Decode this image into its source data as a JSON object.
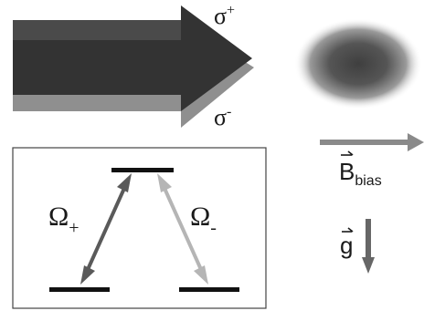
{
  "beam": {
    "upper_label": "σ",
    "upper_sup": "+",
    "lower_label": "σ",
    "lower_sup": "-",
    "upper_color": "#3a3a3a",
    "lower_color": "#8a8a8a"
  },
  "cloud": {
    "color": "#555555"
  },
  "bias_field": {
    "symbol": "B",
    "subscript": "bias",
    "arrow_color": "#8a8a8a"
  },
  "gravity": {
    "symbol": "g",
    "arrow_color": "#666666"
  },
  "level_diagram": {
    "omega_plus": {
      "symbol": "Ω",
      "sub": "+",
      "color": "#5a5a5a"
    },
    "omega_minus": {
      "symbol": "Ω",
      "sub": "-",
      "color": "#b5b5b5"
    }
  },
  "icons": {
    "vector_arrow": "right-harpoon-icon"
  }
}
